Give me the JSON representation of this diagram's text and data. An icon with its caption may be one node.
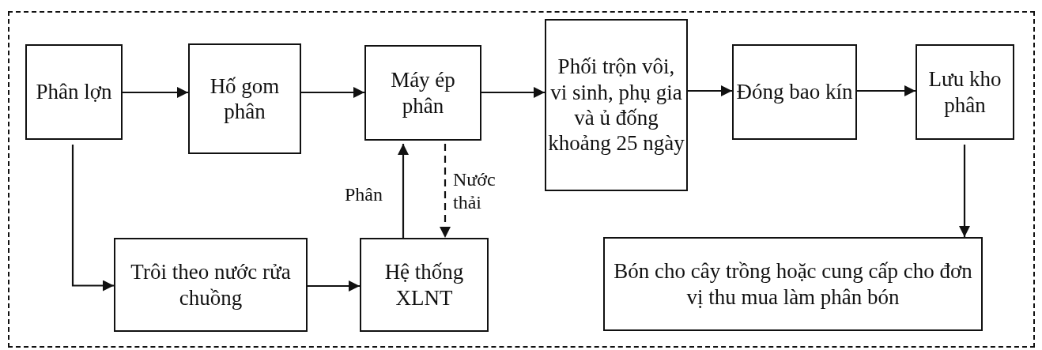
{
  "diagram": {
    "nodes": [
      {
        "text": [
          "Phân lợn"
        ]
      },
      {
        "text": [
          "Hố gom phân"
        ]
      },
      {
        "text": [
          "Máy ép phân"
        ]
      },
      {
        "text": [
          "Phối trộn vôi, vi sinh, phụ gia và ủ đống khoảng 25 ngày"
        ]
      },
      {
        "text": [
          "Đóng bao kín"
        ]
      },
      {
        "text": [
          "Lưu kho phân"
        ]
      },
      {
        "text": [
          "Trôi theo nước rửa chuồng"
        ]
      },
      {
        "text": [
          "Hệ thống XLNT"
        ]
      },
      {
        "text": [
          "Bón cho cây trồng hoặc cung cấp cho đơn vị thu mua làm phân bón"
        ]
      }
    ],
    "edges": [
      {
        "from": 0,
        "to": 1,
        "arrow": "to"
      },
      {
        "from": 1,
        "to": 2,
        "arrow": "to"
      },
      {
        "from": 2,
        "to": 3,
        "arrow": "to"
      },
      {
        "from": 3,
        "to": 4,
        "arrow": "to"
      },
      {
        "from": 4,
        "to": 5,
        "arrow": "to"
      },
      {
        "from": 5,
        "to": 8,
        "arrow": "to"
      },
      {
        "from": 0,
        "to": 6,
        "arrow": "to"
      },
      {
        "from": 6,
        "to": 7,
        "arrow": "to"
      },
      {
        "from": 7,
        "to": 2,
        "arrow": "to",
        "label": "Phân"
      },
      {
        "from": 2,
        "to": 7,
        "arrow": "to",
        "label": "Nước thải",
        "style": "dashed"
      }
    ]
  }
}
